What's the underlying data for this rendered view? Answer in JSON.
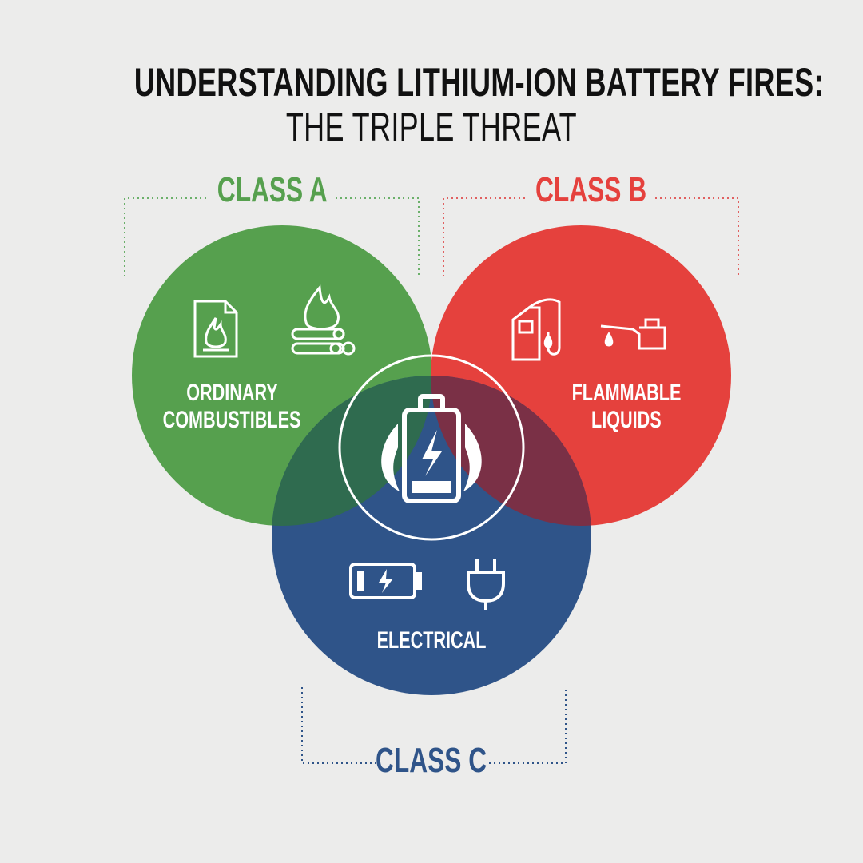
{
  "title": {
    "line1": "UNDERSTANDING LITHIUM-ION BATTERY FIRES:",
    "line2": "THE TRIPLE THREAT"
  },
  "classes": [
    {
      "label": "CLASS A",
      "description": [
        "ORDINARY",
        "COMBUSTIBLES"
      ],
      "color": "#56a04e",
      "icons": [
        "burning-document-icon",
        "campfire-logs-icon"
      ]
    },
    {
      "label": "CLASS B",
      "description": [
        "FLAMMABLE",
        "LIQUIDS"
      ],
      "color": "#e5413d",
      "icons": [
        "fuel-pump-icon",
        "oil-can-icon"
      ]
    },
    {
      "label": "CLASS C",
      "description": [
        "ELECTRICAL"
      ],
      "color": "#2f5489",
      "icons": [
        "charging-battery-icon",
        "electric-plug-icon"
      ]
    }
  ],
  "center_icon": "battery-fire-icon"
}
